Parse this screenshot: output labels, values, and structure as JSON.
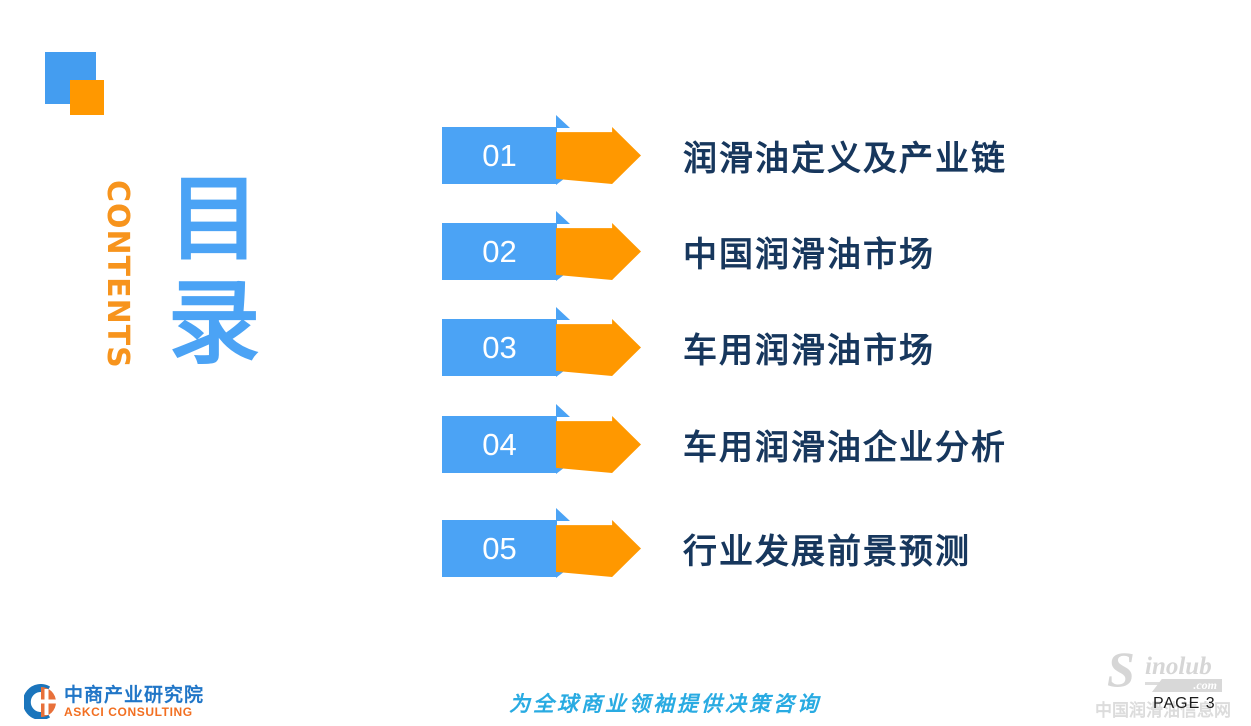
{
  "sidebar": {
    "contents_vertical": "CONTENTS",
    "title_cn": "目录"
  },
  "toc": {
    "items": [
      {
        "number": "01",
        "label": "润滑油定义及产业链"
      },
      {
        "number": "02",
        "label": "中国润滑油市场"
      },
      {
        "number": "03",
        "label": "车用润滑油市场"
      },
      {
        "number": "04",
        "label": "车用润滑油企业分析"
      },
      {
        "number": "05",
        "label": "行业发展前景预测"
      }
    ]
  },
  "footer": {
    "logo_cn": "中商产业研究院",
    "logo_en": "ASKCI CONSULTING",
    "slogan": "为全球商业领袖提供决策咨询",
    "page_label": "PAGE 3"
  },
  "watermark": {
    "brand_initial": "S",
    "brand_rest": "inolub",
    "brand_suffix": ".com",
    "caption": "中国润滑油信息网"
  },
  "colors": {
    "accent_blue": "#4BA3F5",
    "accent_orange": "#FF9800",
    "contents_orange": "#F7941D",
    "label_navy": "#17375D",
    "slogan_blue": "#29ABE2"
  }
}
